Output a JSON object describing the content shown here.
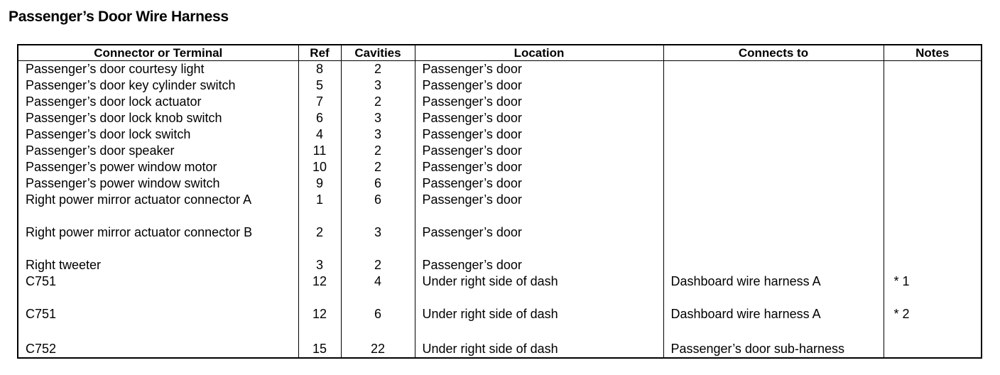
{
  "title": "Passenger’s Door Wire Harness",
  "columns": {
    "connector": "Connector or Terminal",
    "ref": "Ref",
    "cavities": "Cavities",
    "location": "Location",
    "connects_to": "Connects to",
    "notes": "Notes"
  },
  "rows": [
    {
      "connector": "Passenger’s door courtesy light",
      "ref": "8",
      "cavities": "2",
      "location": "Passenger’s door",
      "connects_to": "",
      "notes": ""
    },
    {
      "connector": "Passenger’s door key cylinder switch",
      "ref": "5",
      "cavities": "3",
      "location": "Passenger’s door",
      "connects_to": "",
      "notes": ""
    },
    {
      "connector": "Passenger’s door lock actuator",
      "ref": "7",
      "cavities": "2",
      "location": "Passenger’s door",
      "connects_to": "",
      "notes": ""
    },
    {
      "connector": "Passenger’s door lock knob switch",
      "ref": "6",
      "cavities": "3",
      "location": "Passenger’s door",
      "connects_to": "",
      "notes": ""
    },
    {
      "connector": "Passenger’s door lock switch",
      "ref": "4",
      "cavities": "3",
      "location": "Passenger’s door",
      "connects_to": "",
      "notes": ""
    },
    {
      "connector": "Passenger’s door speaker",
      "ref": "11",
      "cavities": "2",
      "location": "Passenger’s door",
      "connects_to": "",
      "notes": ""
    },
    {
      "connector": "Passenger’s power window motor",
      "ref": "10",
      "cavities": "2",
      "location": "Passenger’s door",
      "connects_to": "",
      "notes": ""
    },
    {
      "connector": "Passenger’s power window switch",
      "ref": "9",
      "cavities": "6",
      "location": "Passenger’s door",
      "connects_to": "",
      "notes": ""
    },
    {
      "connector": "Right power mirror actuator connector A",
      "ref": "1",
      "cavities": "6",
      "location": "Passenger’s door",
      "connects_to": "",
      "notes": ""
    },
    {
      "connector": "Right power mirror actuator connector B",
      "ref": "2",
      "cavities": "3",
      "location": "Passenger’s door",
      "connects_to": "",
      "notes": ""
    },
    {
      "connector": "Right tweeter",
      "ref": "3",
      "cavities": "2",
      "location": "Passenger’s door",
      "connects_to": "",
      "notes": ""
    },
    {
      "connector": "C751",
      "ref": "12",
      "cavities": "4",
      "location": "Under right side of dash",
      "connects_to": "Dashboard wire harness A",
      "notes": "* 1"
    },
    {
      "connector": "C751",
      "ref": "12",
      "cavities": "6",
      "location": "Under right side of dash",
      "connects_to": "Dashboard wire harness A",
      "notes": "* 2"
    },
    {
      "connector": "C752",
      "ref": "15",
      "cavities": "22",
      "location": "Under right side of dash",
      "connects_to": "Passenger’s door sub-harness",
      "notes": ""
    }
  ]
}
